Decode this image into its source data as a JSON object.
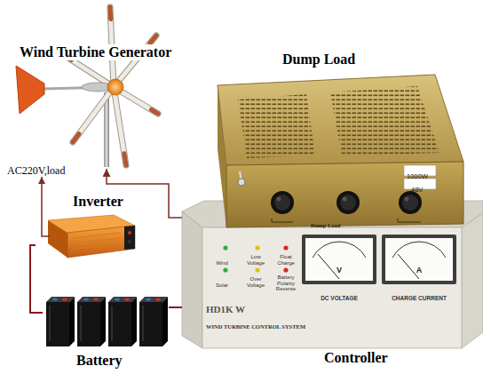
{
  "diagram": {
    "nodes": [
      {
        "text": [
          "Wind Turbine Generator"
        ]
      },
      {
        "text": [
          "Dump Load"
        ]
      },
      {
        "text": [
          "Inverter"
        ]
      },
      {
        "text": [
          "Controller"
        ]
      },
      {
        "text": [
          "Battery"
        ]
      }
    ],
    "edges": [
      {
        "from": 3,
        "to": 0,
        "arrow": "to"
      },
      {
        "from": 2,
        "to": 4,
        "arrow": "none"
      },
      {
        "from": 4,
        "to": 3,
        "arrow": "none"
      }
    ],
    "labels": [
      "AC220V,load",
      "1000W",
      "48V",
      "Dump Load",
      "Wind",
      "Low Voltage",
      "Float Charge",
      "Solar",
      "Over Voltage",
      "Battery Polarity Reverse",
      "DC VOLTAGE",
      "CHARGE CURRENT",
      "V",
      "A",
      "HD1K W",
      "WIND TURBINE CONTROL SYSTEM"
    ]
  }
}
